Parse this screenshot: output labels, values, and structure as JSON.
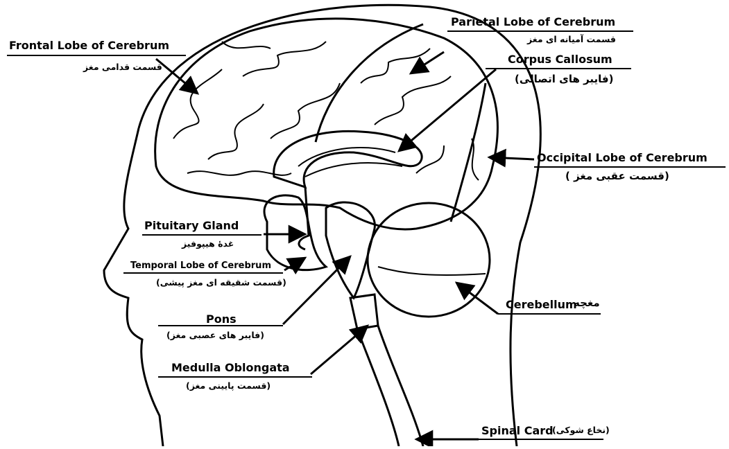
{
  "labels": {
    "frontal": {
      "en": "Frontal Lobe of Cerebrum",
      "fa": "قسمت قدامی مغز"
    },
    "parietal": {
      "en": "Parietal Lobe of Cerebrum",
      "fa": "قسمت آمیانه ای مغز"
    },
    "corpus": {
      "en": "Corpus Callosum",
      "fa": "(فایبر های اتصالی)"
    },
    "occipital": {
      "en": "Occipital Lobe of Cerebrum",
      "fa": "(قسمت عقبی مغز )"
    },
    "pituitary": {
      "en": "Pituitary Gland",
      "fa": "غدهٔ هیپوفیز"
    },
    "temporal": {
      "en": "Temporal Lobe of Cerebrum",
      "fa": "(قسمت شقیقه ای مغز پیشی)"
    },
    "pons": {
      "en": "Pons",
      "fa": "(فایبر های عصبی مغز)"
    },
    "cerebellum": {
      "en": "Cerebellum",
      "fa": "مغچه"
    },
    "medulla": {
      "en": "Medulla Oblongata",
      "fa": "(قسمت پایینی مغز)"
    },
    "spinal": {
      "en": "Spinal Card",
      "fa": "(نخاع شوکی)"
    }
  },
  "colors": {
    "ink": "#000000",
    "paper": "#ffffff"
  }
}
